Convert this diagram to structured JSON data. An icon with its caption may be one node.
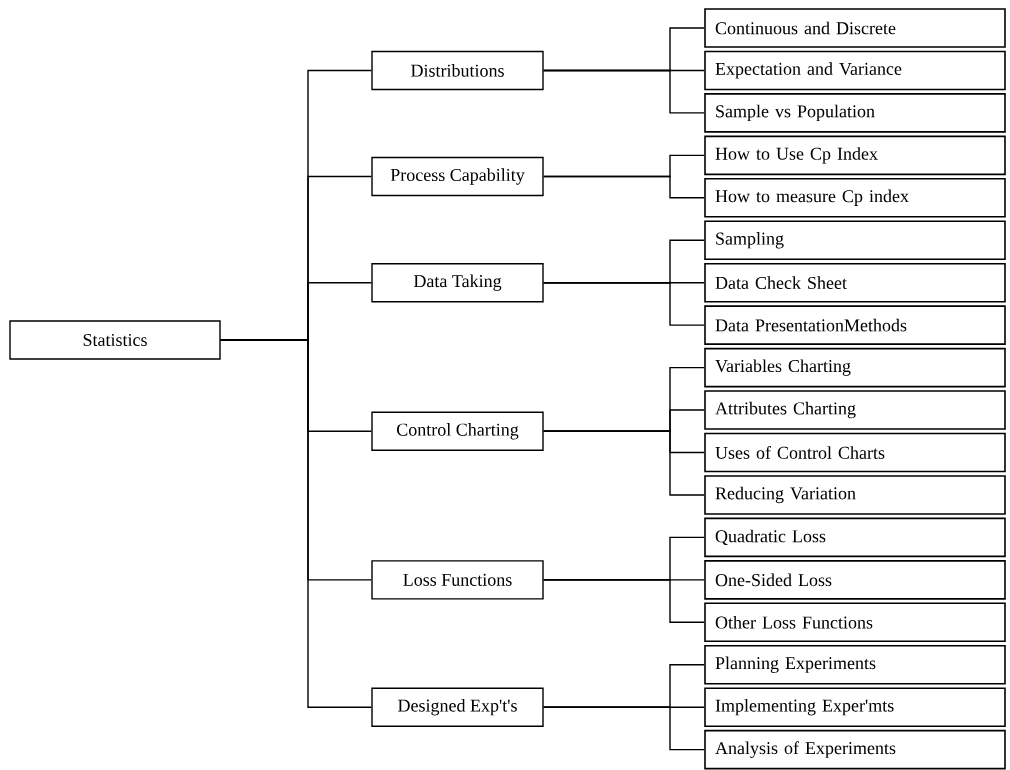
{
  "diagram": {
    "nodes": [
      {
        "text": [
          "Statistics"
        ]
      },
      {
        "text": [
          "Distributions"
        ]
      },
      {
        "text": [
          "Continuous and Discrete"
        ]
      },
      {
        "text": [
          "Expectation and Variance"
        ]
      },
      {
        "text": [
          "Sample vs Population"
        ]
      },
      {
        "text": [
          "Process Capability"
        ]
      },
      {
        "text": [
          "How to Use Cp Index"
        ]
      },
      {
        "text": [
          "How to measure Cp index"
        ]
      },
      {
        "text": [
          "Data Taking"
        ]
      },
      {
        "text": [
          "Sampling"
        ]
      },
      {
        "text": [
          "Data Check Sheet"
        ]
      },
      {
        "text": [
          "Data PresentationMethods"
        ]
      },
      {
        "text": [
          "Control Charting"
        ]
      },
      {
        "text": [
          "Variables Charting"
        ]
      },
      {
        "text": [
          "Attributes Charting"
        ]
      },
      {
        "text": [
          "Uses of Control Charts"
        ]
      },
      {
        "text": [
          "Reducing Variation"
        ]
      },
      {
        "text": [
          "Loss Functions"
        ]
      },
      {
        "text": [
          "Quadratic Loss"
        ]
      },
      {
        "text": [
          "One-Sided Loss"
        ]
      },
      {
        "text": [
          "Other Loss Functions"
        ]
      },
      {
        "text": [
          "Designed Exp't's"
        ]
      },
      {
        "text": [
          "Planning Experiments"
        ]
      },
      {
        "text": [
          "Implementing Exper'mts"
        ]
      },
      {
        "text": [
          "Analysis of Experiments"
        ]
      }
    ],
    "edges": [
      {
        "from": 0,
        "to": 1,
        "arrow": "none"
      },
      {
        "from": 0,
        "to": 5,
        "arrow": "none"
      },
      {
        "from": 0,
        "to": 8,
        "arrow": "none"
      },
      {
        "from": 0,
        "to": 12,
        "arrow": "none"
      },
      {
        "from": 0,
        "to": 17,
        "arrow": "none"
      },
      {
        "from": 0,
        "to": 21,
        "arrow": "none"
      },
      {
        "from": 1,
        "to": 2,
        "arrow": "none"
      },
      {
        "from": 1,
        "to": 3,
        "arrow": "none"
      },
      {
        "from": 1,
        "to": 4,
        "arrow": "none"
      },
      {
        "from": 5,
        "to": 6,
        "arrow": "none"
      },
      {
        "from": 5,
        "to": 7,
        "arrow": "none"
      },
      {
        "from": 8,
        "to": 9,
        "arrow": "none"
      },
      {
        "from": 8,
        "to": 10,
        "arrow": "none"
      },
      {
        "from": 8,
        "to": 11,
        "arrow": "none"
      },
      {
        "from": 12,
        "to": 13,
        "arrow": "none"
      },
      {
        "from": 12,
        "to": 14,
        "arrow": "none"
      },
      {
        "from": 12,
        "to": 15,
        "arrow": "none"
      },
      {
        "from": 12,
        "to": 16,
        "arrow": "none"
      },
      {
        "from": 17,
        "to": 18,
        "arrow": "none"
      },
      {
        "from": 17,
        "to": 19,
        "arrow": "none"
      },
      {
        "from": 17,
        "to": 20,
        "arrow": "none"
      },
      {
        "from": 21,
        "to": 22,
        "arrow": "none"
      },
      {
        "from": 21,
        "to": 23,
        "arrow": "none"
      },
      {
        "from": 21,
        "to": 24,
        "arrow": "none"
      }
    ]
  }
}
